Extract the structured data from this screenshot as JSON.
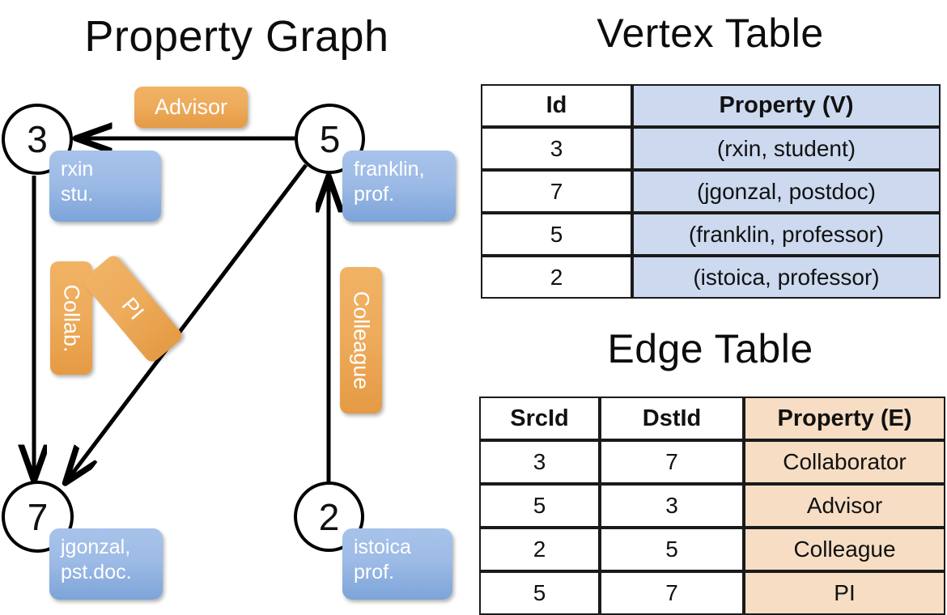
{
  "titles": {
    "property_graph": "Property Graph",
    "vertex_table": "Vertex Table",
    "edge_table": "Edge Table"
  },
  "graph": {
    "nodes": [
      {
        "id": "3",
        "property_lines": [
          "rxin",
          "stu."
        ]
      },
      {
        "id": "5",
        "property_lines": [
          "franklin,",
          "prof."
        ]
      },
      {
        "id": "7",
        "property_lines": [
          "jgonzal,",
          "pst.doc."
        ]
      },
      {
        "id": "2",
        "property_lines": [
          "istoica",
          "prof."
        ]
      }
    ],
    "edge_labels": [
      {
        "name": "advisor",
        "text": "Advisor",
        "orientation": "horizontal"
      },
      {
        "name": "collab",
        "text": "Collab.",
        "orientation": "vertical"
      },
      {
        "name": "pi",
        "text": "PI",
        "orientation": "diagonal"
      },
      {
        "name": "colleague",
        "text": "Colleague",
        "orientation": "vertical"
      }
    ],
    "edges": [
      {
        "src": "5",
        "dst": "3",
        "label": "Advisor"
      },
      {
        "src": "3",
        "dst": "7",
        "label": "Collab."
      },
      {
        "src": "5",
        "dst": "7",
        "label": "PI"
      },
      {
        "src": "2",
        "dst": "5",
        "label": "Colleague"
      }
    ]
  },
  "vertex_table": {
    "headers": [
      "Id",
      "Property (V)"
    ],
    "rows": [
      {
        "id": "3",
        "property": "(rxin, student)"
      },
      {
        "id": "7",
        "property": "(jgonzal, postdoc)"
      },
      {
        "id": "5",
        "property": "(franklin, professor)"
      },
      {
        "id": "2",
        "property": "(istoica, professor)"
      }
    ]
  },
  "edge_table": {
    "headers": [
      "SrcId",
      "DstId",
      "Property (E)"
    ],
    "rows": [
      {
        "src": "3",
        "dst": "7",
        "property": "Collaborator"
      },
      {
        "src": "5",
        "dst": "3",
        "property": "Advisor"
      },
      {
        "src": "2",
        "dst": "5",
        "property": "Colleague"
      },
      {
        "src": "5",
        "dst": "7",
        "property": "PI"
      }
    ]
  },
  "colors": {
    "node_border": "#000000",
    "vertex_property_fill": "#ccd9ef",
    "edge_property_fill": "#f6ddc3",
    "vertex_box": "#9dbbe6",
    "edge_label_box": "#eeac5c",
    "background": "#ffffff"
  }
}
